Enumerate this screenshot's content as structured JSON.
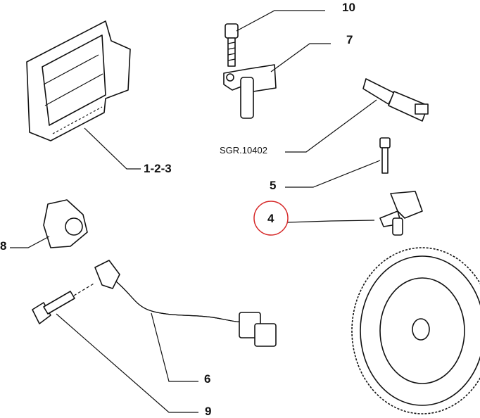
{
  "diagram": {
    "labels": {
      "ecu": "1-2-3",
      "bolt_top": "10",
      "cam_sensor": "7",
      "temp_sensor_ref": "SGR.10402",
      "screw": "5",
      "rpm_sensor": "4",
      "knock_sensor": "8",
      "harness_sensor": "6",
      "bolt_bottom": "9"
    },
    "highlight": {
      "label": "4",
      "color": "#d62828"
    }
  }
}
